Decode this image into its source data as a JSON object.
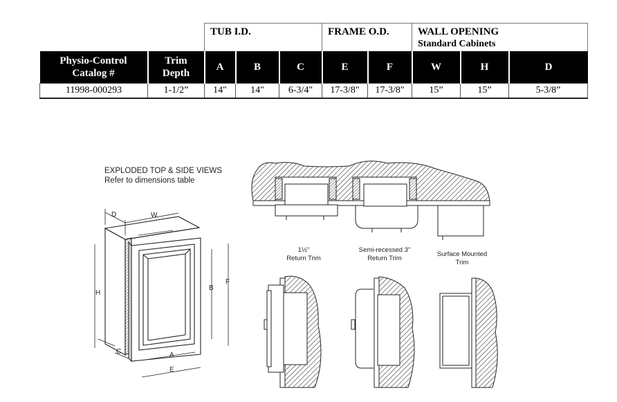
{
  "table": {
    "groups": {
      "tub": "TUB I.D.",
      "frame": "FRAME O.D.",
      "wall": "WALL OPENING",
      "wall_sub": "Standard Cabinets"
    },
    "headers": [
      "Physio-Control Catalog #",
      "Trim Depth",
      "A",
      "B",
      "C",
      "E",
      "F",
      "W",
      "H",
      "D"
    ],
    "row": [
      "11998-000293",
      "1-1/2”",
      "14\"",
      "14\"",
      "6-3/4\"",
      "17-3/8\"",
      "17-3/8\"",
      "15”",
      "15”",
      "5-3/8”"
    ]
  },
  "drawing": {
    "title": "EXPLODED TOP & SIDE VIEWS",
    "subtitle": "Refer to dimensions table",
    "labels": {
      "D": "D",
      "W": "W",
      "H": "H",
      "B": "B",
      "F": "F",
      "C": "C",
      "A": "A",
      "E": "E"
    },
    "trim1": "1½\"",
    "trim1_sub": "Return Trim",
    "trim2": "Semi-recessed 3\"",
    "trim2_sub": "Return Trim",
    "trim3": "Surface Mounted",
    "trim3_sub": "Trim"
  }
}
